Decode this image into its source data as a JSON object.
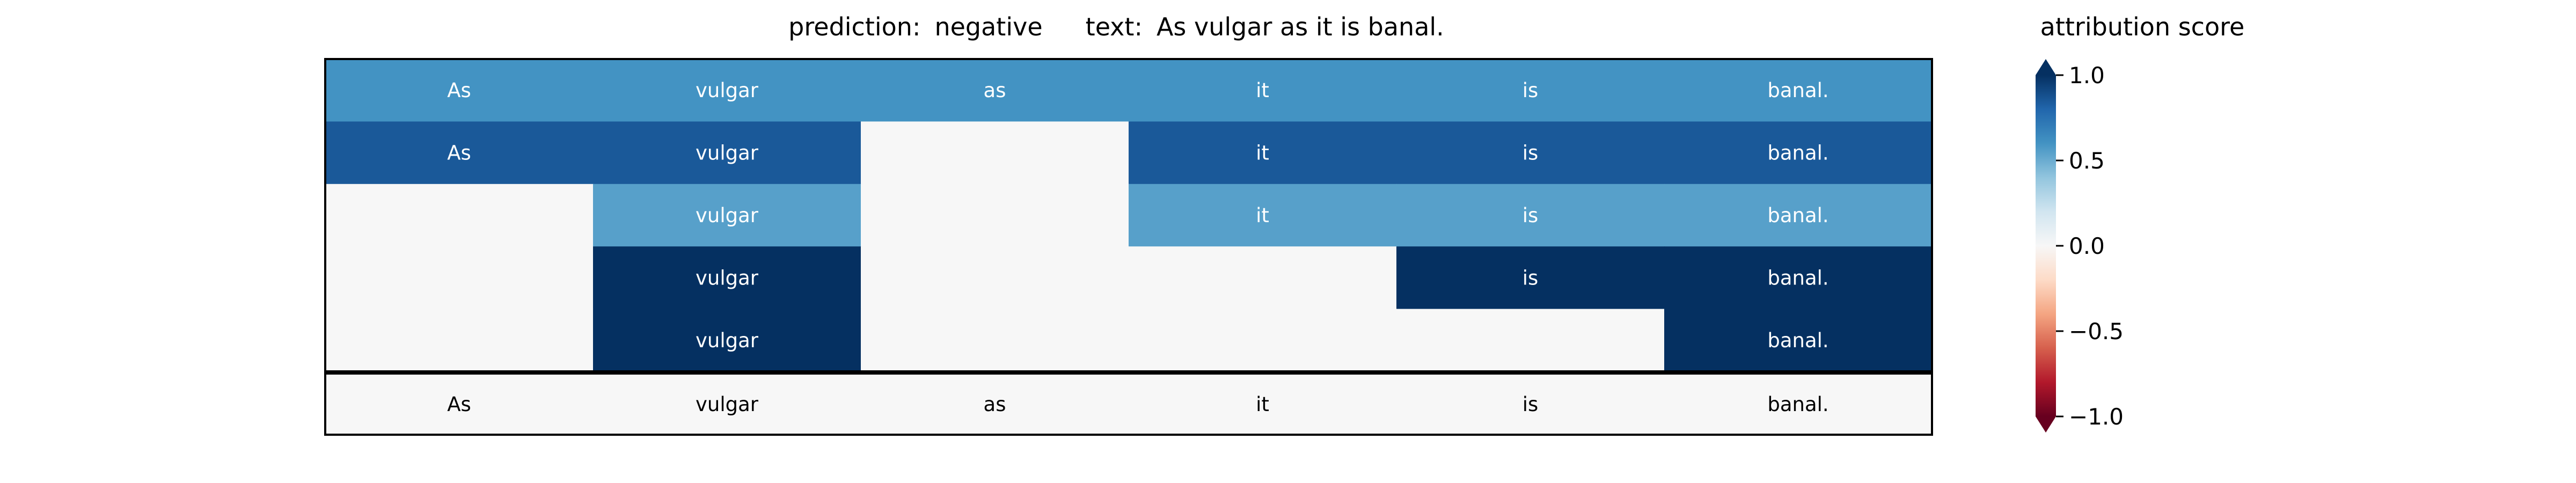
{
  "title": {
    "prediction_label": "prediction:",
    "prediction_value": "negative",
    "text_label": "text:",
    "text_value": "As vulgar as it is banal."
  },
  "colorbar": {
    "title": "attribution score",
    "colormap": "RdBu",
    "range": [
      -1.0,
      1.0
    ],
    "ticks": [
      1.0,
      0.5,
      0.0,
      -0.5,
      -1.0
    ],
    "tick_labels": [
      "1.0",
      "0.5",
      "0.0",
      "−0.5",
      "−1.0"
    ],
    "extend": "both"
  },
  "colors": {
    "text_on_dark": "#ffffff",
    "text_on_light": "#000000",
    "frame": "#000000"
  },
  "chart_data": {
    "type": "heatmap",
    "tokens": [
      "As",
      "vulgar",
      "as",
      "it",
      "is",
      "banal."
    ],
    "rows": [
      [
        0.6,
        0.6,
        0.6,
        0.6,
        0.6,
        0.6
      ],
      [
        0.85,
        0.85,
        0.0,
        0.85,
        0.85,
        0.85
      ],
      [
        0.0,
        0.55,
        0.0,
        0.55,
        0.55,
        0.55
      ],
      [
        0.0,
        1.0,
        0.0,
        0.0,
        1.0,
        1.0
      ],
      [
        0.0,
        1.0,
        0.0,
        0.0,
        0.0,
        1.0
      ]
    ],
    "row_texts": [
      [
        "As",
        "vulgar",
        "as",
        "it",
        "is",
        "banal."
      ],
      [
        "As",
        "vulgar",
        "",
        "it",
        "is",
        "banal."
      ],
      [
        "",
        "vulgar",
        "",
        "it",
        "is",
        "banal."
      ],
      [
        "",
        "vulgar",
        "",
        "",
        "is",
        "banal."
      ],
      [
        "",
        "vulgar",
        "",
        "",
        "",
        "banal."
      ]
    ],
    "token_row": {
      "values": [
        0.0,
        0.0,
        0.0,
        0.0,
        0.0,
        0.0
      ],
      "texts": [
        "As",
        "vulgar",
        "as",
        "it",
        "is",
        "banal."
      ]
    },
    "title": "prediction:  negative     text:  As vulgar as it is banal.",
    "colorbar_label": "attribution score",
    "vlim": [
      -1.0,
      1.0
    ]
  }
}
